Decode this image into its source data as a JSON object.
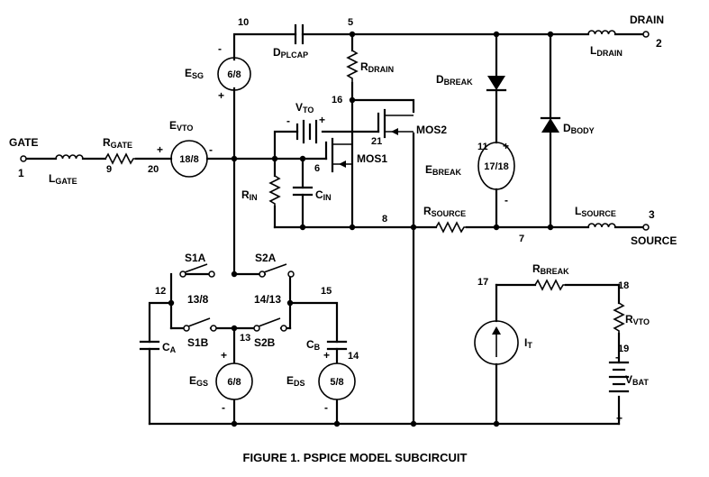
{
  "caption": "FIGURE 1.  PSPICE MODEL SUBCIRCUIT",
  "pins": {
    "gate": {
      "name": "GATE",
      "number": "1"
    },
    "drain": {
      "name": "DRAIN",
      "number": "2"
    },
    "source": {
      "name": "SOURCE",
      "number": "3"
    }
  },
  "nodes": [
    "10",
    "5",
    "16",
    "20",
    "9",
    "6",
    "21",
    "11",
    "8",
    "7",
    "12",
    "15",
    "13",
    "14",
    "17",
    "18",
    "19"
  ],
  "components": {
    "l_gate": {
      "main": "L",
      "sub": "GATE"
    },
    "r_gate": {
      "main": "R",
      "sub": "GATE"
    },
    "e_vto": {
      "main": "E",
      "sub": "VTO",
      "value": "18/8"
    },
    "e_sg": {
      "main": "E",
      "sub": "SG",
      "value": "6/8"
    },
    "d_plcap": {
      "main": "D",
      "sub": "PLCAP"
    },
    "r_drain": {
      "main": "R",
      "sub": "DRAIN"
    },
    "v_to": {
      "main": "V",
      "sub": "TO"
    },
    "mos1": {
      "main": "MOS1"
    },
    "mos2": {
      "main": "MOS2"
    },
    "r_in": {
      "main": "R",
      "sub": "IN"
    },
    "c_in": {
      "main": "C",
      "sub": "IN"
    },
    "d_break": {
      "main": "D",
      "sub": "BREAK"
    },
    "e_break": {
      "main": "E",
      "sub": "BREAK",
      "value": "17/18"
    },
    "d_body": {
      "main": "D",
      "sub": "BODY"
    },
    "l_drain": {
      "main": "L",
      "sub": "DRAIN"
    },
    "l_source": {
      "main": "L",
      "sub": "SOURCE"
    },
    "r_source": {
      "main": "R",
      "sub": "SOURCE"
    },
    "s1a": {
      "main": "S1A",
      "value": "13/8"
    },
    "s2a": {
      "main": "S2A",
      "value": "14/13"
    },
    "s1b": {
      "main": "S1B"
    },
    "s2b": {
      "main": "S2B"
    },
    "c_a": {
      "main": "C",
      "sub": "A"
    },
    "c_b": {
      "main": "C",
      "sub": "B"
    },
    "e_gs": {
      "main": "E",
      "sub": "GS",
      "value": "6/8"
    },
    "e_ds": {
      "main": "E",
      "sub": "DS",
      "value": "5/8"
    },
    "i_t": {
      "main": "I",
      "sub": "T"
    },
    "r_break": {
      "main": "R",
      "sub": "BREAK"
    },
    "r_vto": {
      "main": "R",
      "sub": "VTO"
    },
    "v_bat": {
      "main": "V",
      "sub": "BAT"
    }
  },
  "polarity": {
    "plus": "+",
    "minus": "-"
  }
}
